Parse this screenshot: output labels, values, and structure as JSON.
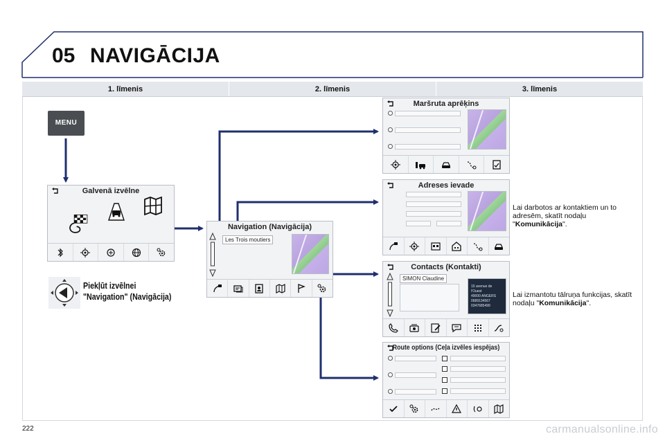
{
  "header": {
    "chapter_number": "05",
    "chapter_title": "NAVIGĀCIJA"
  },
  "levels": [
    "1. līmenis",
    "2. līmenis",
    "3. līmenis"
  ],
  "menu_button": {
    "label": "MENU"
  },
  "main_menu": {
    "title": "Galvenā izvēlne",
    "icons": [
      "bluetooth-music-icon",
      "navigation-icon",
      "radio-icon",
      "internet-icon",
      "settings-icon"
    ]
  },
  "nav_access": {
    "line1": "Piekļūt izvēlnei",
    "line2": "\"Navigation\" (Navigācija)"
  },
  "navigation_screen": {
    "title": "Navigation (Navigācija)",
    "search_value": "Les Trois moutiers",
    "icons": [
      "destination-icon",
      "message-icon",
      "contacts-icon",
      "map-icon",
      "flag-icon",
      "settings-icon"
    ]
  },
  "route_calc": {
    "title": "Maršruta aprēķins",
    "icons": [
      "target-icon",
      "fuel-car-icon",
      "car-icon",
      "route-icon",
      "checklist-icon"
    ]
  },
  "address_entry": {
    "title": "Adreses ievade",
    "icons": [
      "destination-icon",
      "target-icon",
      "poi-icon",
      "building-icon",
      "route-icon",
      "car-icon"
    ]
  },
  "contacts": {
    "title": "Contacts (Kontakti)",
    "search_value": "SIMON Claudine",
    "card_lines": [
      "15 avenue de l'Ouest",
      "49000 ANGERS",
      "0689134567",
      "0347685499"
    ],
    "icons": [
      "phone-icon",
      "phonebook-icon",
      "edit-icon",
      "message-icon",
      "keypad-icon",
      "call-log-icon"
    ]
  },
  "route_options": {
    "title": "Route options (Ceļa izvēles iespējas)",
    "icons": [
      "check-icon",
      "settings-icon",
      "route-icon",
      "warning-icon",
      "voice-icon",
      "map-icon"
    ]
  },
  "notes": {
    "contacts_note": {
      "pre": "Lai darbotos ar kontaktiem un to adresēm, skatīt nodaļu \"",
      "bold": "Komunikācija",
      "post": "\"."
    },
    "phone_note": {
      "pre": "Lai izmantotu tālruņa funkcijas, skatīt nodaļu \"",
      "bold": "Komunikācija",
      "post": "\"."
    }
  },
  "page_number": "222",
  "watermark": "carmanualsonline.info",
  "colors": {
    "arrow": "#1f2f6e",
    "header_border": "#1f2f6e",
    "level_bar": "#e4e7ec"
  }
}
